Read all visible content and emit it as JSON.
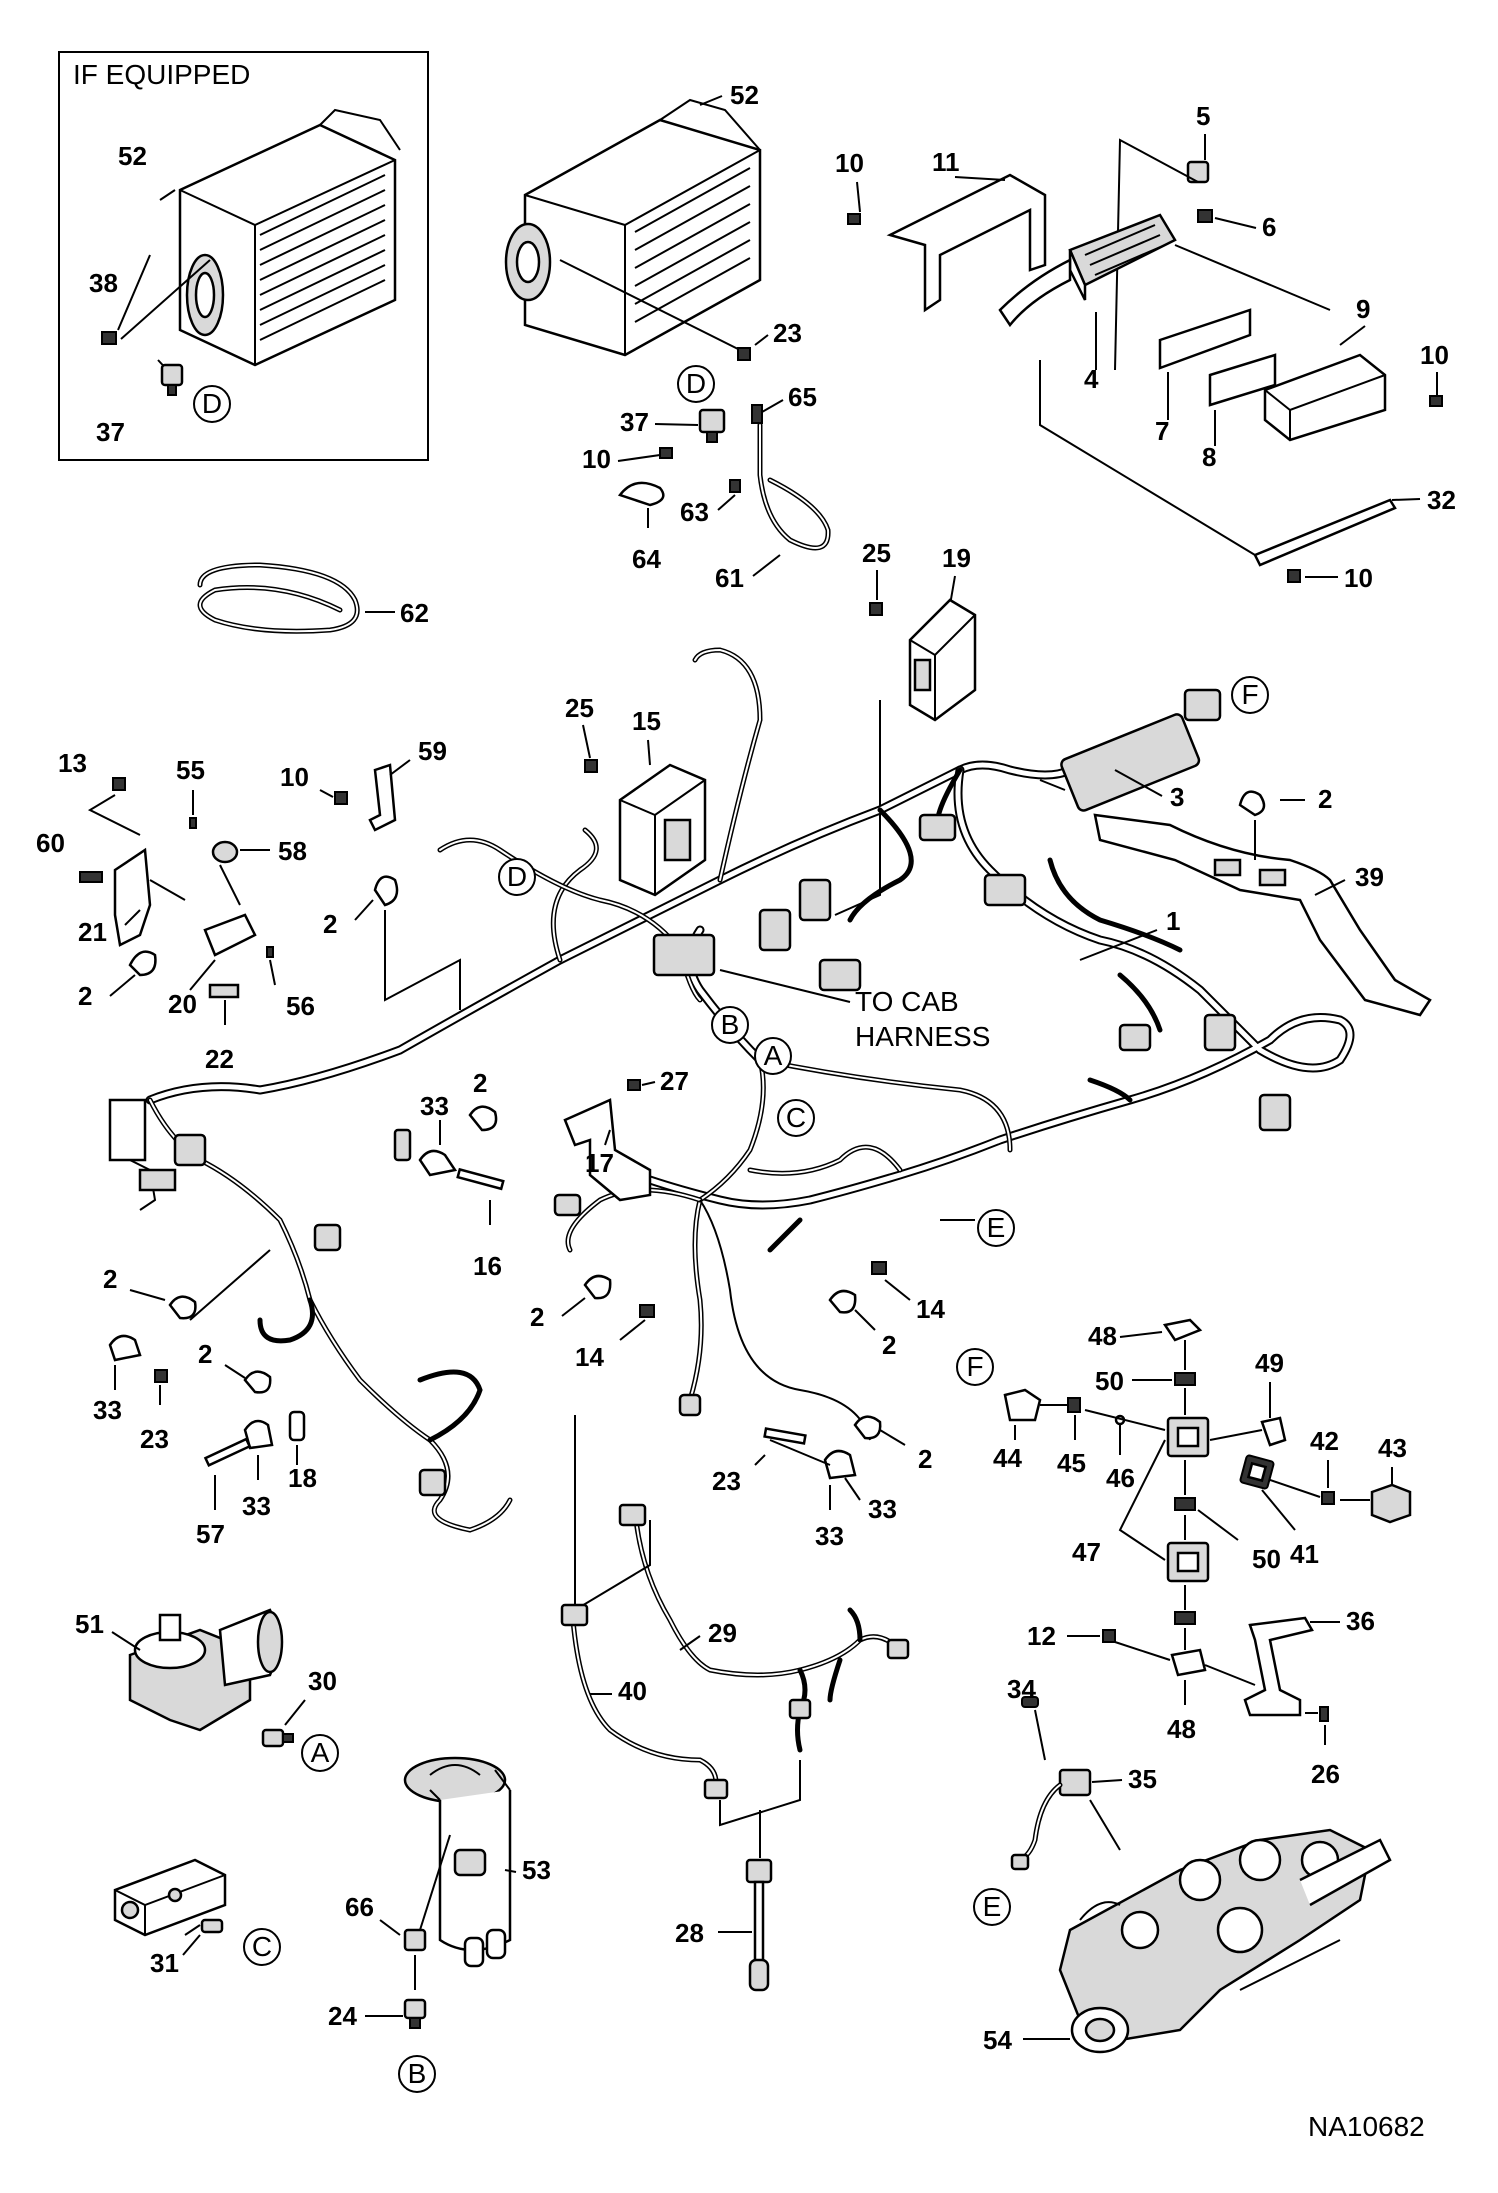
{
  "inset": {
    "title": "IF EQUIPPED"
  },
  "drawing_id": "NA10682",
  "to_cab_harness": [
    "TO CAB",
    "HARNESS"
  ],
  "callouts": [
    "A",
    "B",
    "C",
    "D",
    "E",
    "F"
  ],
  "labels": {
    "i52": "52",
    "i38": "38",
    "i37": "37",
    "iD": "D",
    "p52": "52",
    "p23a": "23",
    "pD1": "D",
    "p37": "37",
    "p65": "65",
    "p10a": "10",
    "p63": "63",
    "p64": "64",
    "p61": "61",
    "p5": "5",
    "p6": "6",
    "p10b": "10",
    "p11": "11",
    "p4": "4",
    "p9": "9",
    "p10c": "10",
    "p7": "7",
    "p8": "8",
    "p32": "32",
    "p10d": "10",
    "p62": "62",
    "p25a": "25",
    "p19": "19",
    "p25b": "25",
    "p15": "15",
    "pF1": "F",
    "p3": "3",
    "p2a": "2",
    "p39": "39",
    "p1": "1",
    "p13": "13",
    "p55": "55",
    "p60": "60",
    "p58": "58",
    "p21": "21",
    "p2b": "2",
    "p20": "20",
    "p56": "56",
    "p22": "22",
    "p10e": "10",
    "p59": "59",
    "p2c": "2",
    "pD2": "D",
    "pB1": "B",
    "pA1": "A",
    "p27": "27",
    "p17": "17",
    "pC1": "C",
    "pE1": "E",
    "p33a": "33",
    "p2d": "2",
    "p16": "16",
    "p2e": "2",
    "p33b": "33",
    "p23b": "23",
    "p2f": "2",
    "p18": "18",
    "p33c": "33",
    "p57": "57",
    "p2g": "2",
    "p14a": "14",
    "p14b": "14",
    "p2h": "2",
    "p23c": "23",
    "p2i": "2",
    "p33d": "33",
    "p33e": "33",
    "pF2": "F",
    "p48a": "48",
    "p50a": "50",
    "p49": "49",
    "p44": "44",
    "p45": "45",
    "p46": "46",
    "p42": "42",
    "p43": "43",
    "p47": "47",
    "p50b": "50",
    "p41": "41",
    "p12": "12",
    "p36": "36",
    "p48b": "48",
    "p26": "26",
    "p51": "51",
    "p30": "30",
    "pA2": "A",
    "p29": "29",
    "p40": "40",
    "p34": "34",
    "p35": "35",
    "pE2": "E",
    "p54": "54",
    "p53": "53",
    "p66": "66",
    "p24": "24",
    "pB2": "B",
    "p28": "28",
    "p31": "31",
    "pC2": "C"
  }
}
